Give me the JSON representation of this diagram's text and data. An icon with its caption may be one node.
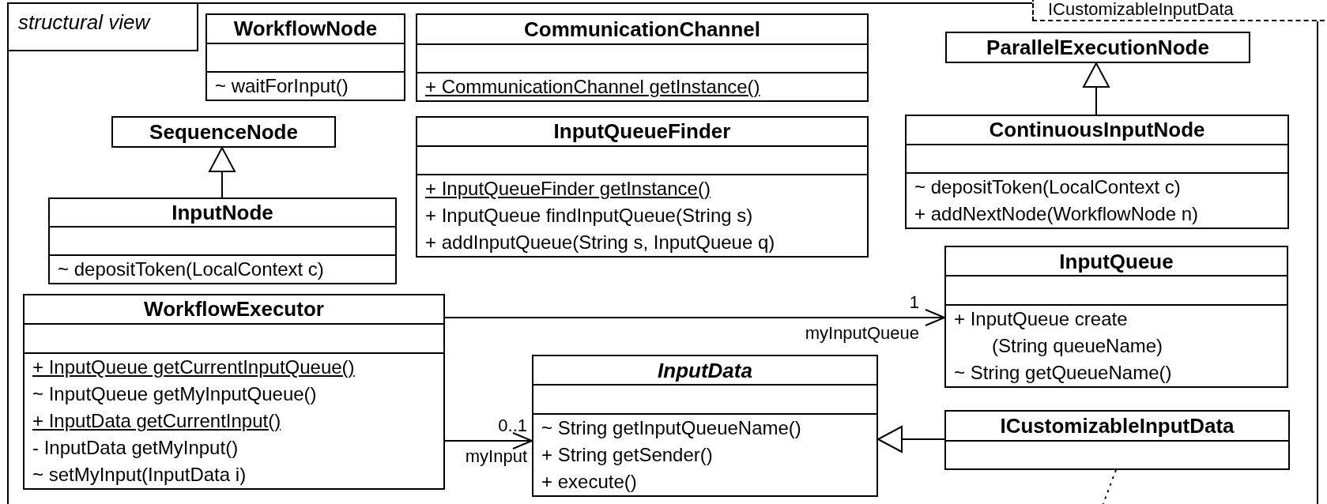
{
  "diagram": {
    "nodes": [
      {
        "text": [
          "structural view"
        ]
      },
      {
        "text": [
          "WorkflowNode",
          "~ waitForInput()"
        ],
        "in": 0
      },
      {
        "text": [
          "CommunicationChannel",
          "+ CommunicationChannel getInstance()"
        ],
        "in": 0
      },
      {
        "text": [
          "ParallelExecutionNode"
        ],
        "in": 0
      },
      {
        "text": [
          "SequenceNode"
        ],
        "in": 0
      },
      {
        "text": [
          "InputQueueFinder",
          "+ InputQueueFinder getInstance()",
          "+ InputQueue findInputQueue(String s)",
          "+ addInputQueue(String s, InputQueue q)"
        ],
        "in": 0
      },
      {
        "text": [
          "ContinuousInputNode",
          "~ depositToken(LocalContext c)",
          "+ addNextNode(WorkflowNode n)"
        ],
        "in": 0
      },
      {
        "text": [
          "InputNode",
          "~ depositToken(LocalContext c)"
        ],
        "in": 0
      },
      {
        "text": [
          "InputQueue",
          "+ InputQueue create (String queueName)",
          "~ String getQueueName()"
        ],
        "in": 0
      },
      {
        "text": [
          "WorkflowExecutor",
          "+ InputQueue getCurrentInputQueue()",
          "~ InputQueue getMyInputQueue()",
          "+ InputData getCurrentInput()",
          "- InputData getMyInput()",
          "~ setMyInput(InputData i)"
        ],
        "in": 0
      },
      {
        "text": [
          "InputData",
          "~ String getInputQueueName()",
          "+ String getSender()",
          "+ execute()"
        ],
        "in": 0
      },
      {
        "text": [
          "ICustomizableInputData"
        ],
        "in": 0
      },
      {
        "text": [
          "ICustomizableInputData"
        ]
      }
    ],
    "edges": [
      {
        "from": 7,
        "to": 4,
        "arrow": "to"
      },
      {
        "from": 6,
        "to": 3,
        "arrow": "to"
      },
      {
        "from": 9,
        "to": 8,
        "arrow": "to",
        "label": "myInputQueue"
      },
      {
        "from": 9,
        "to": 10,
        "arrow": "to",
        "label": "myInput"
      },
      {
        "from": 11,
        "to": 10,
        "arrow": "to"
      },
      {
        "from": 11,
        "to": null,
        "arrow": "none",
        "style": "dashed"
      }
    ],
    "labels": [
      "1",
      "0..1"
    ]
  }
}
